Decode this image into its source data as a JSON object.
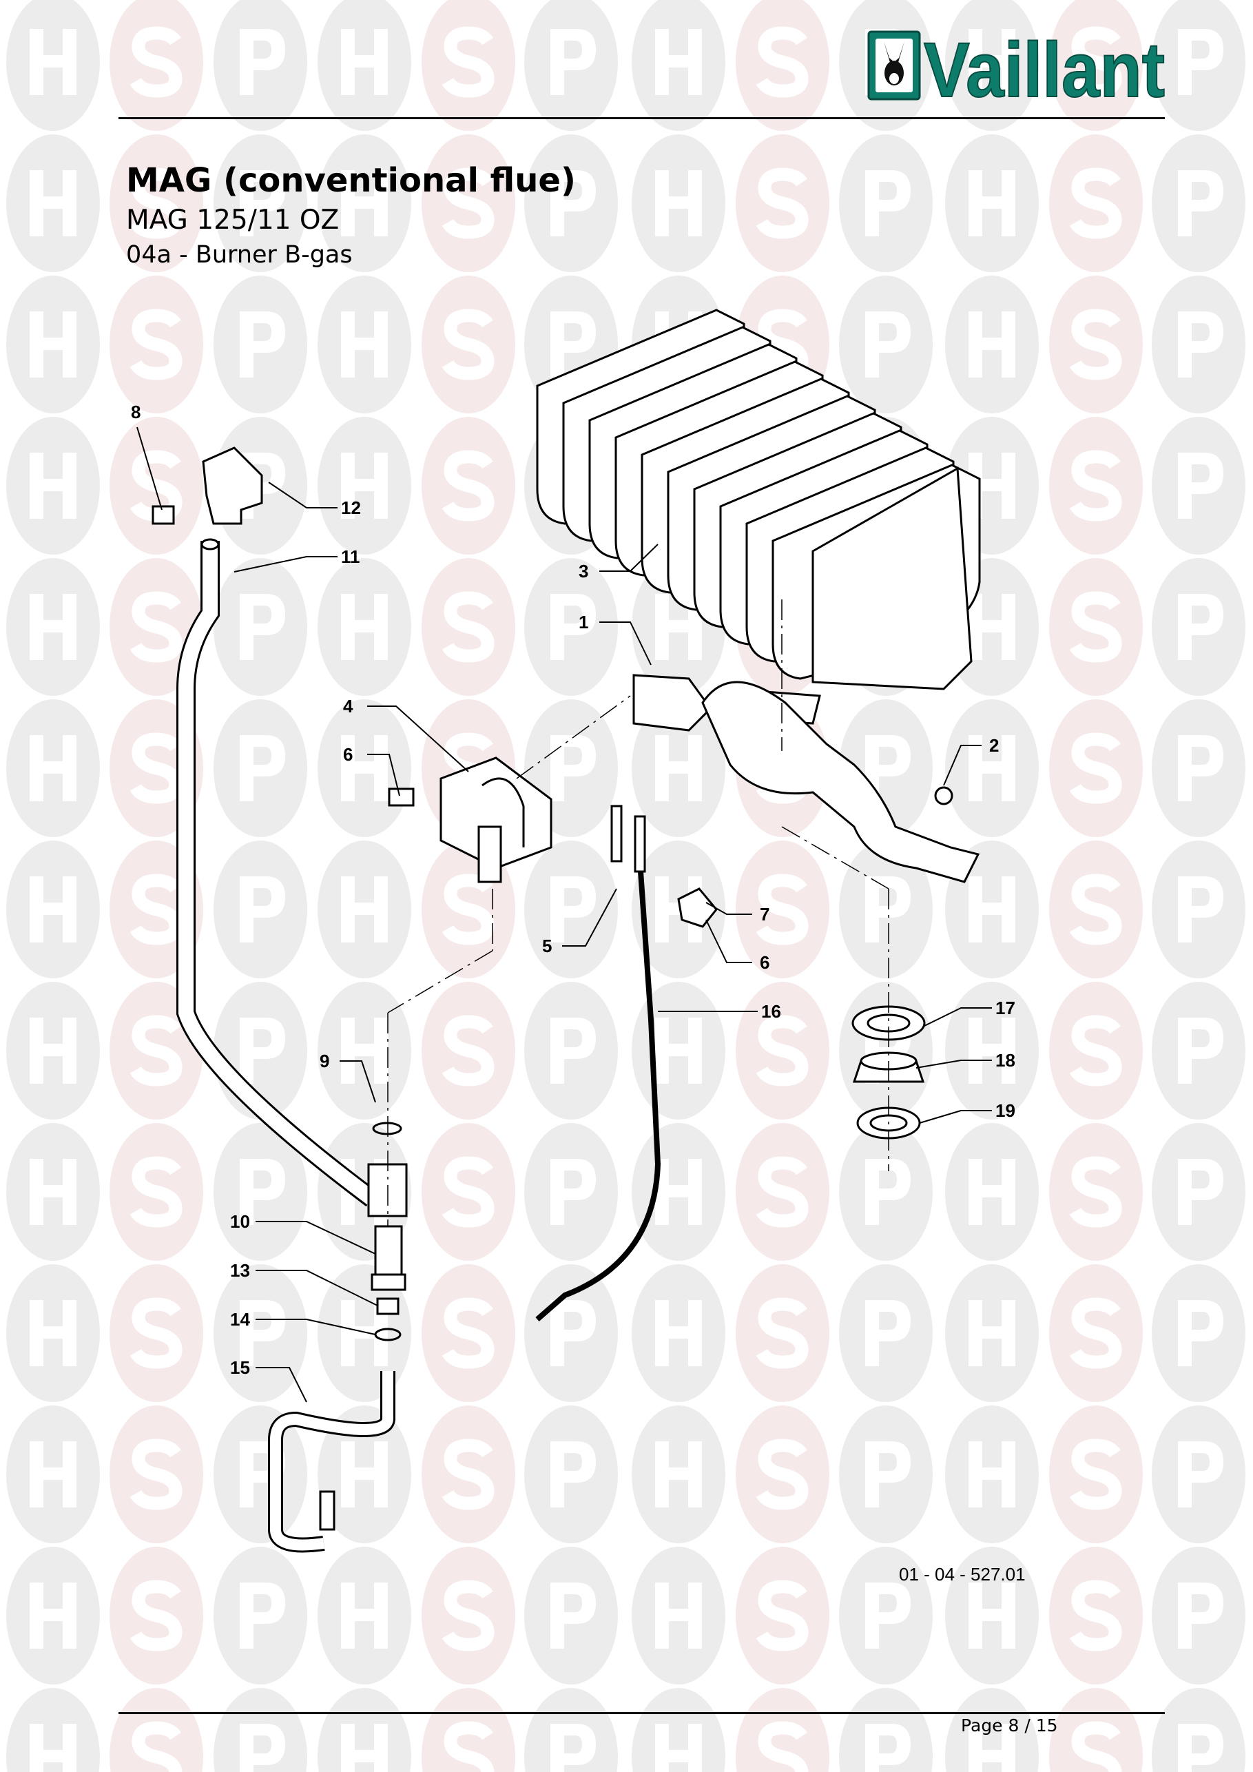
{
  "brand": {
    "name": "Vaillant",
    "color": "#0e7c6b"
  },
  "watermark": {
    "letters": [
      "H",
      "S",
      "P"
    ],
    "colors": {
      "grey": "#ececec",
      "pink": "#f6e9e9"
    }
  },
  "header": {
    "title": "MAG (conventional flue)",
    "model": "MAG 125/11 OZ",
    "section": "04a - Burner B-gas"
  },
  "diagram": {
    "labels": [
      "8",
      "12",
      "11",
      "3",
      "1",
      "4",
      "6",
      "2",
      "7",
      "5",
      "6",
      "16",
      "17",
      "18",
      "19",
      "9",
      "10",
      "13",
      "14",
      "15"
    ],
    "drawing_code": "01 - 04 - 527.01"
  },
  "footer": {
    "page": "Page 8 / 15"
  }
}
